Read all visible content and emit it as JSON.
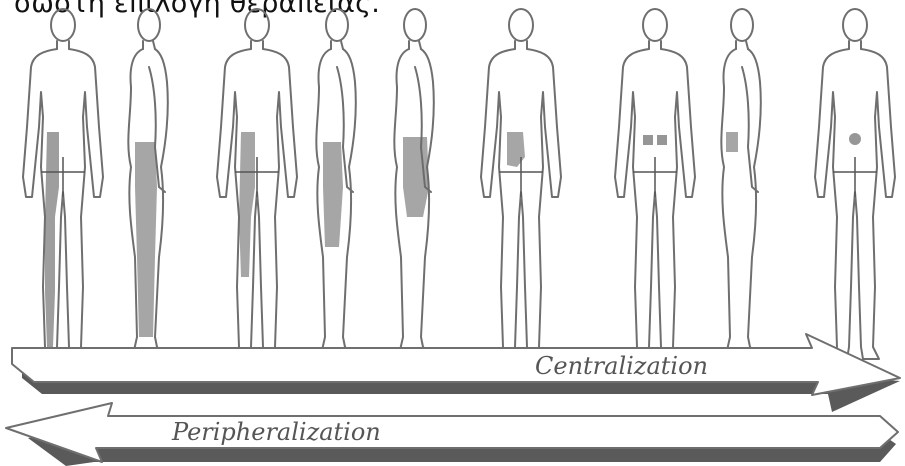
{
  "caption_fragment": "σωστή επιλογή θεραπείας.",
  "arrows": {
    "centralization": "Centralization",
    "peripheralization": "Peripheralization"
  },
  "colors": {
    "outline": "#6f6f6f",
    "pain_shading": "#6a6a6a",
    "arrow_face": "#ffffff",
    "arrow_shadow": "#5a5a5a"
  }
}
